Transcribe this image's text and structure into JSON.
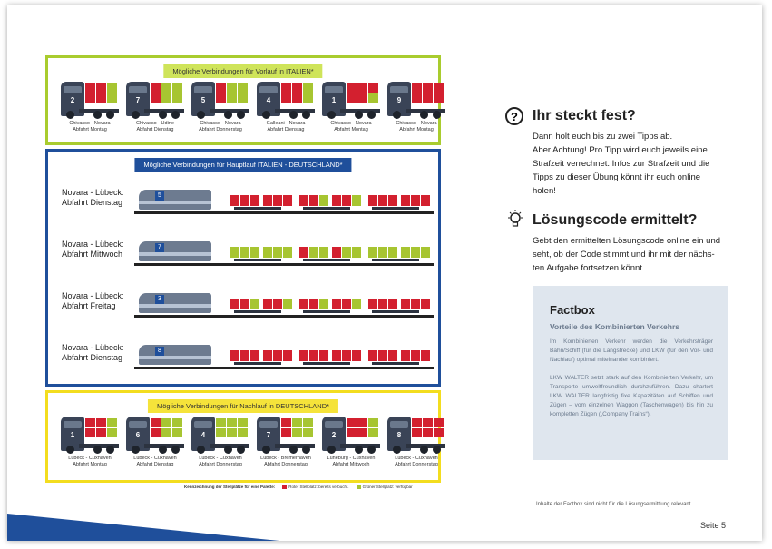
{
  "colors": {
    "red": "#d3202f",
    "green": "#a7c531",
    "yellow_frame": "#f3dd1f",
    "blue_frame": "#1f4f9b",
    "lime_frame": "#a9cc2e"
  },
  "vorlauf": {
    "title": "Mögliche Verbindungen für Vorlauf in ITALIEN*",
    "trucks": [
      {
        "num": "2",
        "route": "Chivasso - Novara",
        "dep": "Abfahrt Montag",
        "boxes": [
          "r",
          "r",
          "g",
          "r",
          "r",
          "g"
        ]
      },
      {
        "num": "7",
        "route": "Chivasso - Udine",
        "dep": "Abfahrt Dienstag",
        "boxes": [
          "r",
          "g",
          "g",
          "r",
          "g",
          "g"
        ]
      },
      {
        "num": "5",
        "route": "Chivasso - Novara",
        "dep": "Abfahrt Donnerstag",
        "boxes": [
          "r",
          "g",
          "g",
          "r",
          "g",
          "g"
        ]
      },
      {
        "num": "4",
        "route": "Galleani - Novara",
        "dep": "Abfahrt Dienstag",
        "boxes": [
          "r",
          "r",
          "g",
          "r",
          "r",
          "g"
        ]
      },
      {
        "num": "1",
        "route": "Chivasso - Novara",
        "dep": "Abfahrt Montag",
        "boxes": [
          "r",
          "r",
          "r",
          "r",
          "r",
          "g"
        ]
      },
      {
        "num": "9",
        "route": "Chivasso - Novara",
        "dep": "Abfahrt Montag",
        "boxes": [
          "r",
          "r",
          "r",
          "r",
          "r",
          "r"
        ]
      }
    ]
  },
  "hauptlauf": {
    "title": "Mögliche Verbindungen für Hauptlauf ITALIEN - DEUTSCHLAND*",
    "trains": [
      {
        "line1": "Novara - Lübeck:",
        "line2": "Abfahrt Dienstag",
        "num": "5",
        "wagons": [
          [
            "r",
            "r",
            "r",
            "r",
            "r",
            "r"
          ],
          [
            "r",
            "r",
            "g",
            "r",
            "r",
            "g"
          ],
          [
            "r",
            "r",
            "r",
            "r",
            "r",
            "r"
          ]
        ]
      },
      {
        "line1": "Novara - Lübeck:",
        "line2": "Abfahrt Mittwoch",
        "num": "7",
        "wagons": [
          [
            "g",
            "g",
            "g",
            "g",
            "g",
            "g"
          ],
          [
            "r",
            "g",
            "g",
            "r",
            "g",
            "g"
          ],
          [
            "g",
            "g",
            "g",
            "g",
            "g",
            "g"
          ]
        ]
      },
      {
        "line1": "Novara - Lübeck:",
        "line2": "Abfahrt Freitag",
        "num": "3",
        "wagons": [
          [
            "r",
            "r",
            "g",
            "r",
            "r",
            "g"
          ],
          [
            "r",
            "r",
            "g",
            "r",
            "r",
            "g"
          ],
          [
            "r",
            "r",
            "r",
            "r",
            "r",
            "r"
          ]
        ]
      },
      {
        "line1": "Novara - Lübeck:",
        "line2": "Abfahrt Dienstag",
        "num": "8",
        "wagons": [
          [
            "r",
            "r",
            "r",
            "r",
            "r",
            "r"
          ],
          [
            "r",
            "r",
            "r",
            "r",
            "r",
            "r"
          ],
          [
            "r",
            "r",
            "r",
            "r",
            "r",
            "r"
          ]
        ]
      }
    ]
  },
  "nachlauf": {
    "title": "Mögliche Verbindungen für Nachlauf in DEUTSCHLAND*",
    "trucks": [
      {
        "num": "1",
        "route": "Lübeck - Cuxhaven",
        "dep": "Abfahrt Montag",
        "boxes": [
          "r",
          "r",
          "g",
          "r",
          "r",
          "g"
        ]
      },
      {
        "num": "6",
        "route": "Lübeck - Cuxhaven",
        "dep": "Abfahrt Dienstag",
        "boxes": [
          "r",
          "g",
          "g",
          "r",
          "g",
          "g"
        ]
      },
      {
        "num": "4",
        "route": "Lübeck - Cuxhaven",
        "dep": "Abfahrt Donnerstag",
        "boxes": [
          "g",
          "g",
          "g",
          "g",
          "g",
          "g"
        ]
      },
      {
        "num": "7",
        "route": "Lübeck - Bremerhaven",
        "dep": "Abfahrt Donnerstag",
        "boxes": [
          "r",
          "g",
          "g",
          "r",
          "g",
          "g"
        ]
      },
      {
        "num": "2",
        "route": "Lüneburg - Cuxhaven",
        "dep": "Abfahrt Mittwoch",
        "boxes": [
          "r",
          "r",
          "g",
          "r",
          "r",
          "g"
        ]
      },
      {
        "num": "8",
        "route": "Lübeck - Cuxhaven",
        "dep": "Abfahrt Donnerstag",
        "boxes": [
          "r",
          "r",
          "r",
          "r",
          "r",
          "r"
        ]
      }
    ]
  },
  "legend": {
    "label": "Kennzeichnung der Stellplätze für eine Palette:",
    "red": "Roter Stellplatz: bereits verbucht.",
    "green": "Grüner Stellplatz: verfügbar"
  },
  "tips": {
    "heading": "Ihr steckt fest?",
    "lines": [
      "Dann holt euch bis zu zwei Tipps ab.",
      "Aber Achtung! Pro Tipp wird euch jeweils eine",
      "Strafzeit verrechnet. Infos zur Strafzeit und die",
      "Tipps zu dieser Übung könnt ihr euch online",
      "holen!"
    ]
  },
  "solution": {
    "heading": "Lösungscode ermittelt?",
    "lines": [
      "Gebt den ermittelten Lösungscode online ein und",
      "seht, ob der Code stimmt und ihr mit der nächs-",
      "ten Aufgabe fortsetzen könnt."
    ]
  },
  "factbox": {
    "title": "Factbox",
    "subtitle": "Vorteile des Kombinierten Verkehrs",
    "para1": "Im Kombinierten Verkehr werden die Verkehrsträger Bahn/Schiff (für die Langstrecke) und LKW (für den Vor- und Nachlauf) optimal miteinander kombiniert.",
    "para2": "LKW WALTER setzt stark auf den Kombinierten Verkehr, um Transporte umweltfreundlich durchzuführen. Dazu chartert LKW WALTER langfristig fixe Kapazitäten auf Schiffen und Zügen – vom einzelnen Waggon (Taschenwagen) bis hin zu kompletten Zügen („Company Trains“)."
  },
  "note": "Inhalte der Factbox sind nicht für die Lösungsermittlung relevant.",
  "page_number": "Seite 5"
}
